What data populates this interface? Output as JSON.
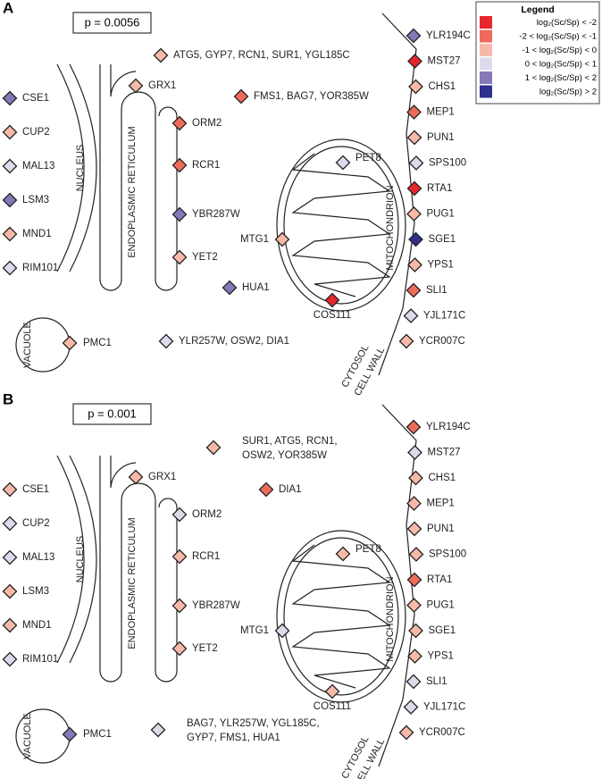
{
  "colors": {
    "c_lt_m2": "#e8262e",
    "c_m2_m1": "#ee6b5c",
    "c_m1_0": "#f7b9a8",
    "c_0_1": "#dcdaeb",
    "c_1_2": "#8677b8",
    "c_gt_2": "#2f2f8f"
  },
  "legend": {
    "title": "Legend",
    "items": [
      {
        "label": "log₂(Sc/Sp) < -2",
        "color": "c_lt_m2"
      },
      {
        "label": "-2 < log₂(Sc/Sp) < -1",
        "color": "c_m2_m1"
      },
      {
        "label": "-1 < log₂(Sc/Sp) < 0",
        "color": "c_m1_0"
      },
      {
        "label": "0 < log₂(Sc/Sp) < 1",
        "color": "c_0_1"
      },
      {
        "label": "1 < log₂(Sc/Sp) < 2",
        "color": "c_1_2"
      },
      {
        "label": "log₂(Sc/Sp) > 2",
        "color": "c_gt_2"
      }
    ]
  },
  "organelles": {
    "nucleus": "NUCLEUS",
    "er": "ENDOPLASMIC RETICULUM",
    "vacuole": "VACUOLE",
    "mitochondrion": "MITOCHONDRION",
    "cytosol": "CYTOSOL",
    "cell_wall": "CELL WALL"
  },
  "panels": [
    {
      "letter": "A",
      "pvalue": "p = 0.0056",
      "nucleus": [
        {
          "label": "CSE1",
          "color": "c_1_2"
        },
        {
          "label": "CUP2",
          "color": "c_m1_0"
        },
        {
          "label": "MAL13",
          "color": "c_0_1"
        },
        {
          "label": "LSM3",
          "color": "c_1_2"
        },
        {
          "label": "MND1",
          "color": "c_m1_0"
        },
        {
          "label": "RIM101",
          "color": "c_0_1"
        }
      ],
      "er": [
        {
          "label": "GRX1",
          "color": "c_m1_0"
        },
        {
          "label": "ORM2",
          "color": "c_m2_m1"
        },
        {
          "label": "RCR1",
          "color": "c_m2_m1"
        },
        {
          "label": "YBR287W",
          "color": "c_1_2"
        },
        {
          "label": "YET2",
          "color": "c_m1_0"
        }
      ],
      "cytoplasm": [
        {
          "label": "ATG5, GYP7, RCN1, SUR1, YGL185C",
          "color": "c_m1_0"
        },
        {
          "label": "FMS1, BAG7, YOR385W",
          "color": "c_m2_m1"
        },
        {
          "label": "HUA1",
          "color": "c_1_2"
        },
        {
          "label": "YLR257W, OSW2, DIA1",
          "color": "c_0_1"
        }
      ],
      "mito": [
        {
          "label": "PET8",
          "color": "c_0_1"
        },
        {
          "label": "MTG1",
          "color": "c_m1_0"
        },
        {
          "label": "COS111",
          "color": "c_lt_m2"
        }
      ],
      "vacuole": [
        {
          "label": "PMC1",
          "color": "c_m1_0"
        }
      ],
      "wall": [
        {
          "label": "YLR194C",
          "color": "c_1_2"
        },
        {
          "label": "MST27",
          "color": "c_lt_m2"
        },
        {
          "label": "CHS1",
          "color": "c_m1_0"
        },
        {
          "label": "MEP1",
          "color": "c_m2_m1"
        },
        {
          "label": "PUN1",
          "color": "c_m1_0"
        },
        {
          "label": "SPS100",
          "color": "c_0_1"
        },
        {
          "label": "RTA1",
          "color": "c_lt_m2"
        },
        {
          "label": "PUG1",
          "color": "c_m1_0"
        },
        {
          "label": "SGE1",
          "color": "c_gt_2"
        },
        {
          "label": "YPS1",
          "color": "c_m1_0"
        },
        {
          "label": "SLI1",
          "color": "c_m2_m1"
        },
        {
          "label": "YJL171C",
          "color": "c_0_1"
        },
        {
          "label": "YCR007C",
          "color": "c_m1_0"
        }
      ]
    },
    {
      "letter": "B",
      "pvalue": "p = 0.001",
      "nucleus": [
        {
          "label": "CSE1",
          "color": "c_m1_0"
        },
        {
          "label": "CUP2",
          "color": "c_0_1"
        },
        {
          "label": "MAL13",
          "color": "c_0_1"
        },
        {
          "label": "LSM3",
          "color": "c_m1_0"
        },
        {
          "label": "MND1",
          "color": "c_m1_0"
        },
        {
          "label": "RIM101",
          "color": "c_0_1"
        }
      ],
      "er": [
        {
          "label": "GRX1",
          "color": "c_m1_0"
        },
        {
          "label": "ORM2",
          "color": "c_0_1"
        },
        {
          "label": "RCR1",
          "color": "c_m1_0"
        },
        {
          "label": "YBR287W",
          "color": "c_m1_0"
        },
        {
          "label": "YET2",
          "color": "c_m1_0"
        }
      ],
      "cytoplasm": [
        {
          "label": "SUR1, ATG5, RCN1,",
          "label2": "OSW2, YOR385W",
          "color": "c_m1_0"
        },
        {
          "label": "DIA1",
          "color": "c_m2_m1"
        },
        {
          "label": "BAG7, YLR257W, YGL185C,",
          "label2": "GYP7, FMS1, HUA1",
          "color": "c_0_1"
        }
      ],
      "mito": [
        {
          "label": "PET8",
          "color": "c_m1_0"
        },
        {
          "label": "MTG1",
          "color": "c_0_1"
        },
        {
          "label": "COS111",
          "color": "c_m1_0"
        }
      ],
      "vacuole": [
        {
          "label": "PMC1",
          "color": "c_1_2"
        }
      ],
      "wall": [
        {
          "label": "YLR194C",
          "color": "c_m2_m1"
        },
        {
          "label": "MST27",
          "color": "c_0_1"
        },
        {
          "label": "CHS1",
          "color": "c_m1_0"
        },
        {
          "label": "MEP1",
          "color": "c_m1_0"
        },
        {
          "label": "PUN1",
          "color": "c_m1_0"
        },
        {
          "label": "SPS100",
          "color": "c_m1_0"
        },
        {
          "label": "RTA1",
          "color": "c_m2_m1"
        },
        {
          "label": "PUG1",
          "color": "c_m1_0"
        },
        {
          "label": "SGE1",
          "color": "c_m1_0"
        },
        {
          "label": "YPS1",
          "color": "c_m1_0"
        },
        {
          "label": "SLI1",
          "color": "c_0_1"
        },
        {
          "label": "YJL171C",
          "color": "c_0_1"
        },
        {
          "label": "YCR007C",
          "color": "c_m1_0"
        }
      ]
    }
  ]
}
